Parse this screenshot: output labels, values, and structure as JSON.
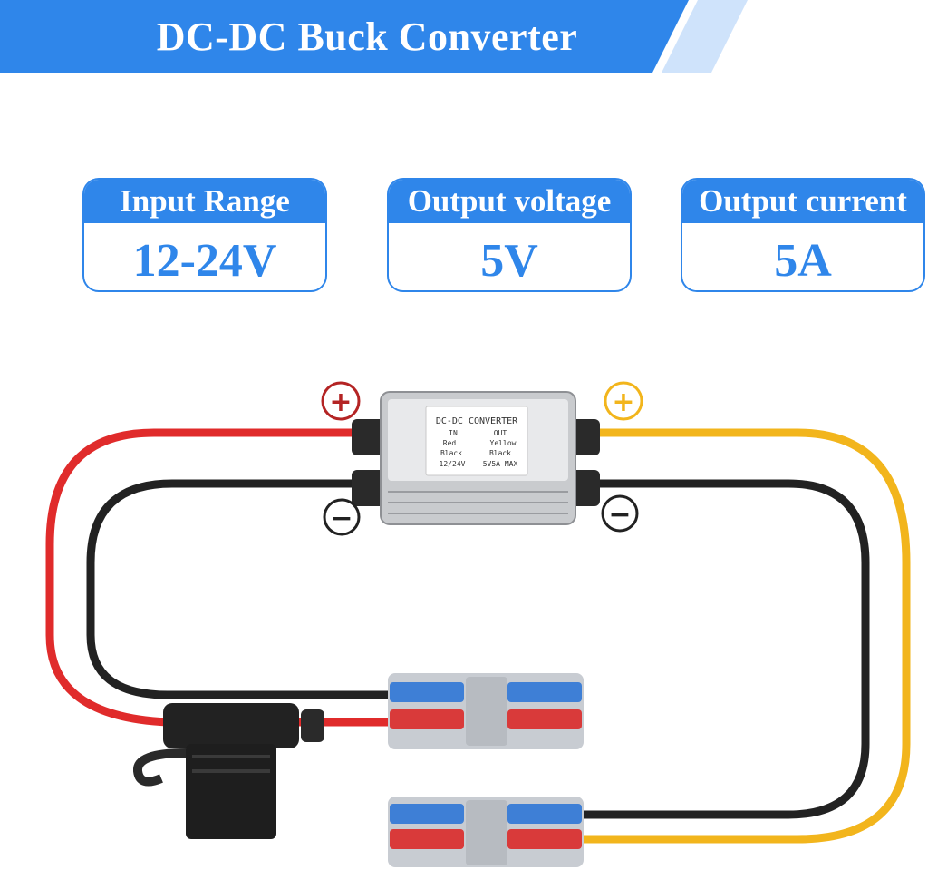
{
  "banner": {
    "title": "DC-DC Buck Converter",
    "color": "#2f86ea"
  },
  "specs": [
    {
      "label": "Input Range",
      "value": "12-24V"
    },
    {
      "label": "Output voltage",
      "value": "5V"
    },
    {
      "label": "Output current",
      "value": "5A"
    }
  ],
  "converter_label": {
    "title": "DC-DC CONVERTER",
    "in": "IN",
    "out": "OUT",
    "red": "Red",
    "yellow": "Yellow",
    "black_in": "Black",
    "black_out": "Black",
    "input_rating": "12/24V",
    "output_rating": "5V5A MAX"
  },
  "wire_colors": {
    "red": "#e02b2b",
    "black": "#222222",
    "yellow": "#f2b51c"
  },
  "polarity": {
    "input_positive": "+",
    "input_negative": "−",
    "output_positive": "+",
    "output_negative": "−"
  }
}
